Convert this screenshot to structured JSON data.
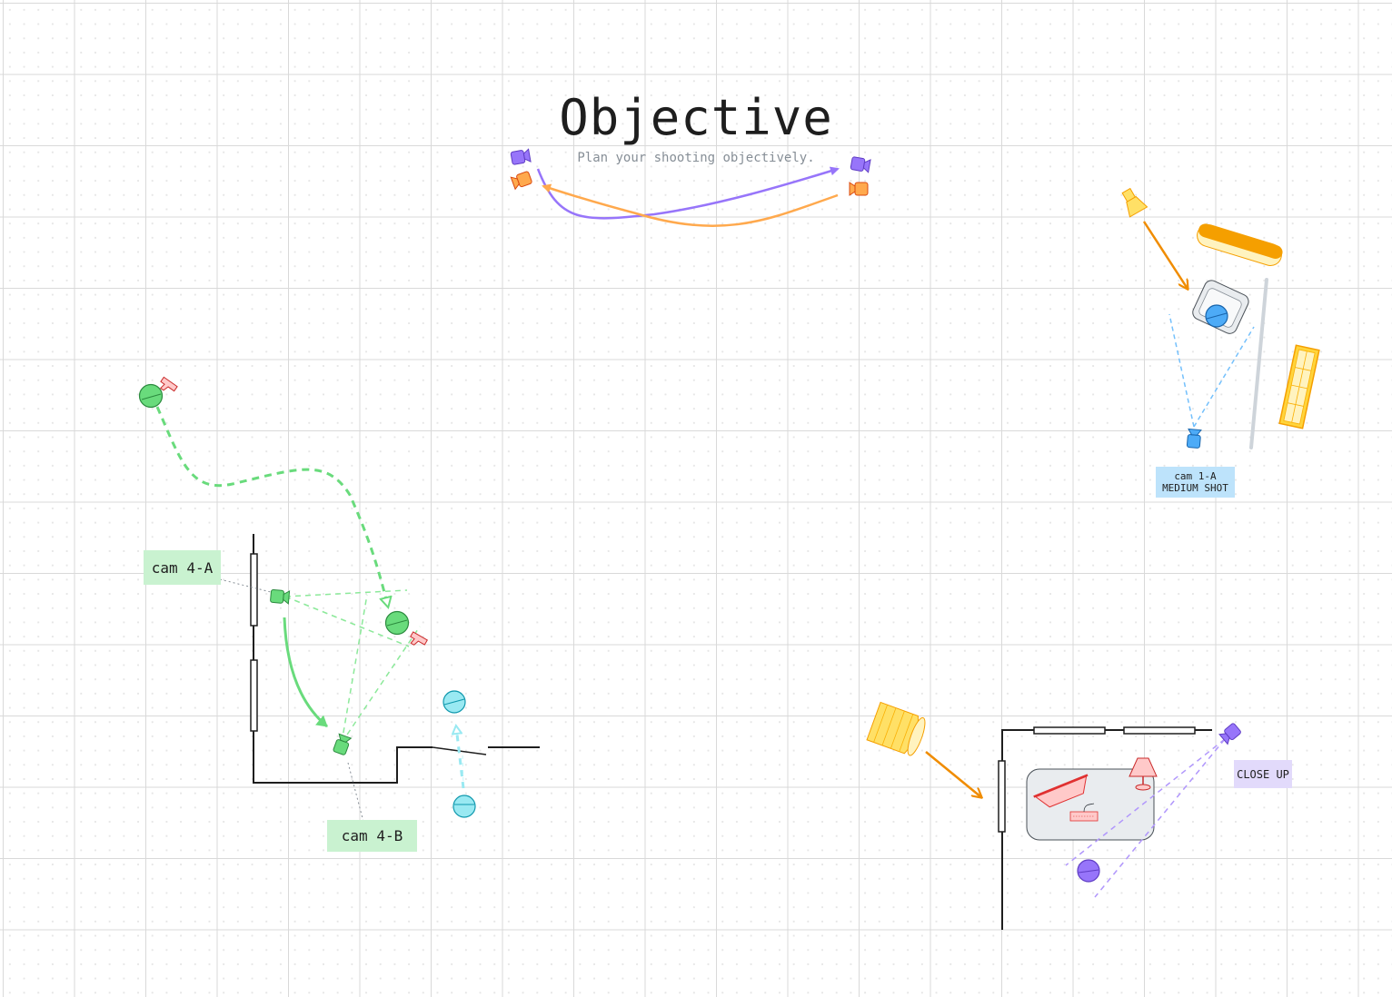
{
  "header": {
    "title": "Objective",
    "subtitle": "Plan your shooting objectively."
  },
  "labels": {
    "cam_4a": "cam 4-A",
    "cam_4b": "cam 4-B",
    "cam_1a": "cam 1-A\nMEDIUM SHOT",
    "close_up": "CLOSE UP"
  },
  "colors": {
    "green": "#69db7c",
    "green_dark": "#40c057",
    "green_label": "#c9f2d0",
    "blue": "#4dabf7",
    "blue_label": "#bde3fb",
    "cyan": "#99e9f2",
    "purple": "#9775fa",
    "purple_label": "#e2dafb",
    "orange": "#f59f00",
    "orange_light": "#ffa94d",
    "yellow": "#ffe066",
    "pink": "#ffc9c9",
    "gray": "#dee2e6"
  },
  "icons": [
    "video-camera-icon",
    "person-icon",
    "pistol-icon",
    "spotlight-icon",
    "softbox-icon",
    "light-panel-icon",
    "armchair-icon",
    "lamp-icon",
    "laptop-icon",
    "keyboard-icon",
    "wall-icon",
    "window-icon",
    "door-icon",
    "table-icon"
  ]
}
